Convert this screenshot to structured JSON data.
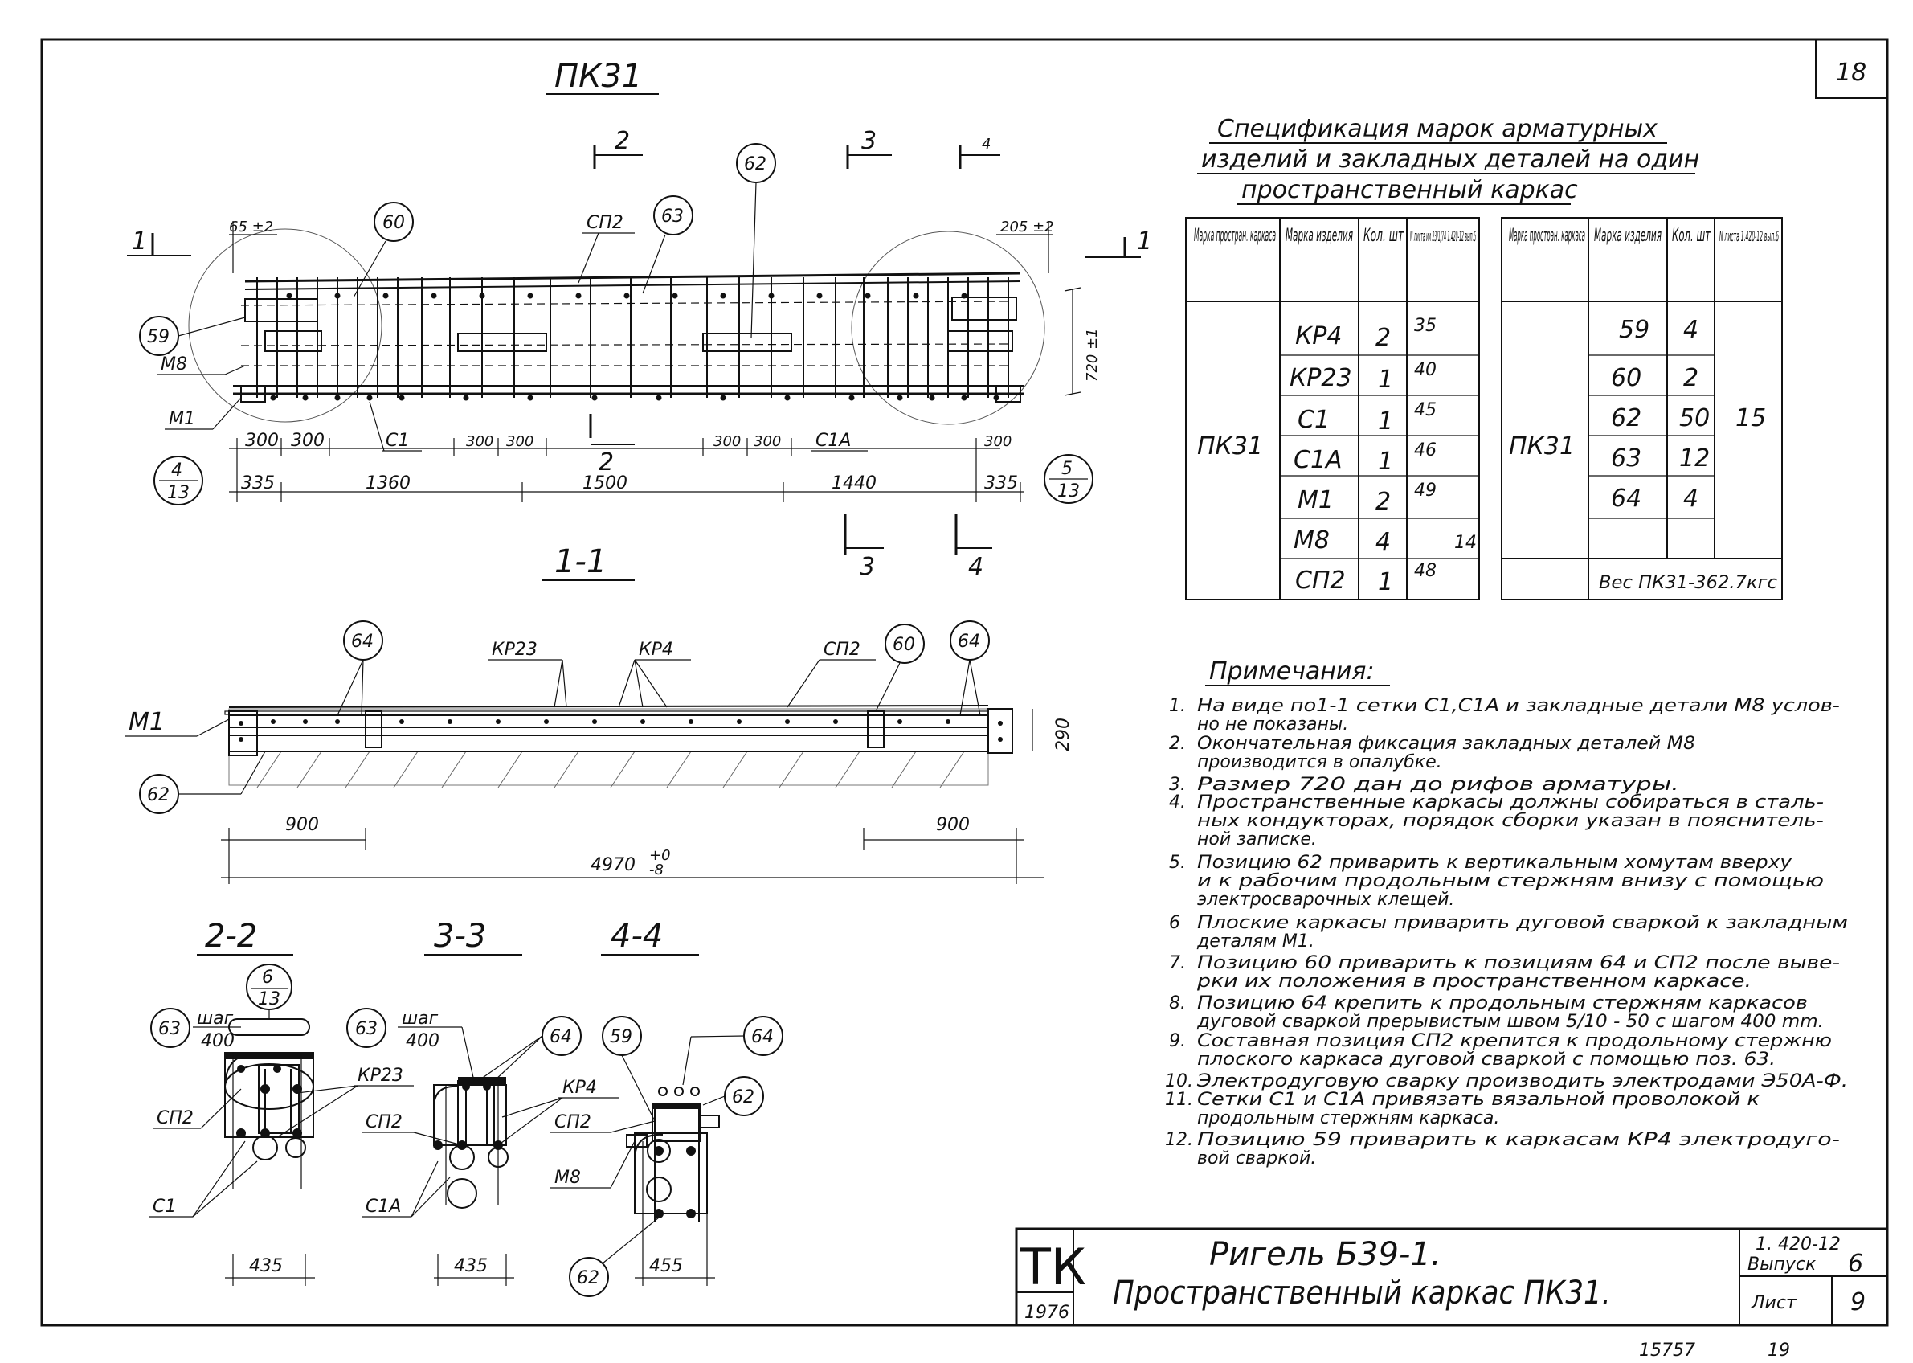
{
  "sheet": {
    "page_number": "18",
    "footer_codes": [
      "15757",
      "19"
    ]
  },
  "main_view": {
    "title": "ПК31",
    "cut_markers": [
      "1",
      "1",
      "2",
      "2",
      "3",
      "3",
      "4",
      "4"
    ],
    "callouts": [
      "60",
      "63",
      "62",
      "59",
      "4",
      "13",
      "5",
      "13"
    ],
    "labels": [
      "СП2",
      "М8",
      "М1",
      "С1",
      "С1А"
    ],
    "dims_top": [
      "65 ±2",
      "205 ±2"
    ],
    "dims_span": [
      "300",
      "300",
      "300",
      "300",
      "300",
      "300",
      "300"
    ],
    "dims_bottom": [
      "335",
      "1360",
      "1500",
      "1440",
      "335"
    ],
    "dim_height": "720 ±1"
  },
  "section_1_1": {
    "title": "1-1",
    "callouts": [
      "64",
      "60",
      "64",
      "62"
    ],
    "labels": [
      "КР23",
      "КР4",
      "СП2",
      "М1"
    ],
    "dims": [
      "900",
      "900",
      "4970",
      "+0",
      "-8",
      "290"
    ]
  },
  "section_2_2": {
    "title": "2-2",
    "callouts": [
      "63",
      "6",
      "13"
    ],
    "labels": [
      "шаг",
      "400",
      "КР23",
      "СП2",
      "С1"
    ],
    "dim": "435"
  },
  "section_3_3": {
    "title": "3-3",
    "callouts": [
      "63",
      "64"
    ],
    "labels": [
      "шаг",
      "400",
      "КР4",
      "СП2",
      "С1А"
    ],
    "dim": "435"
  },
  "section_4_4": {
    "title": "4-4",
    "callouts": [
      "59",
      "64",
      "62",
      "62"
    ],
    "labels": [
      "СП2",
      "М8"
    ],
    "dim": "455"
  },
  "spec": {
    "title_lines": [
      "Спецификация марок арматурных",
      "изделий и закладных деталей на один",
      "пространственный каркас"
    ],
    "table1": {
      "headers": [
        "Марка простран. каркаса",
        "Марка изделия",
        "Кол. шт",
        "N листа ии 23/1/74 1.420-12 вып.6"
      ],
      "frame": "ПК31",
      "rows": [
        [
          "КР4",
          "2",
          "35"
        ],
        [
          "КР23",
          "1",
          "40"
        ],
        [
          "С1",
          "1",
          "45"
        ],
        [
          "С1А",
          "1",
          "46"
        ],
        [
          "М1",
          "2",
          "49"
        ],
        [
          "М8",
          "4",
          "14"
        ],
        [
          "СП2",
          "1",
          "48"
        ]
      ]
    },
    "table2": {
      "headers": [
        "Марка простран. каркаса",
        "Марка изделия",
        "Кол. шт",
        "N листа 1.420-12 вып.6"
      ],
      "frame": "ПК31",
      "sheet_no": "15",
      "rows": [
        [
          "59",
          "4"
        ],
        [
          "60",
          "2"
        ],
        [
          "62",
          "50"
        ],
        [
          "63",
          "12"
        ],
        [
          "64",
          "4"
        ]
      ],
      "weight": "Вес ПК31-362.7кгс"
    }
  },
  "notes": {
    "title": "Примечания:",
    "items": [
      [
        "1.",
        "На виде по1-1 сетки С1,С1А и закладные детали М8 услов-",
        "но  не показаны."
      ],
      [
        "2.",
        "Окончательная фиксация закладных деталей М8",
        "производится в опалубке."
      ],
      [
        "3.",
        "Размер 720 дан до рифов арматуры."
      ],
      [
        "4.",
        "Пространственные каркасы должны собираться в сталь-",
        "ных кондукторах, порядок сборки указан в пояснитель-",
        "ной записке."
      ],
      [
        "5.",
        "Позицию 62 приварить к вертикальным хомутам вверху",
        "и к рабочим продольным стержням внизу с помощью",
        "электросварочных клещей."
      ],
      [
        "6",
        "Плоские каркасы приварить дуговой сваркой к закладным",
        "деталям М1."
      ],
      [
        "7.",
        "Позицию 60 приварить к позициям 64 и СП2 после выве-",
        "рки их положения в пространственном каркасе."
      ],
      [
        "8.",
        "Позицию 64 крепить к продольным стержням каркасов",
        "дуговой сваркой прерывистым швом 5/10 - 50 с шагом 400 mm."
      ],
      [
        "9.",
        "Составная позиция СП2 крепится к продольному стержню",
        "плоского каркаса дуговой сваркой с помощью поз. 63."
      ],
      [
        "10.",
        "Электродуговую сварку производить электродами Э50А-Ф."
      ],
      [
        "11.",
        "Сетки С1 и С1А привязать вязальной проволокой к",
        "продольным стержням каркаса."
      ],
      [
        "12.",
        "Позицию 59 приварить к каркасам КР4 электродуго-",
        "вой сваркой."
      ]
    ]
  },
  "title_block": {
    "logo": "ТК",
    "year": "1976",
    "title_line1": "Ригель Б39-1.",
    "title_line2": "Пространственный каркас ПК31.",
    "series": "1. 420-12",
    "issue_label": "Выпуск",
    "issue_no": "6",
    "sheet_label": "Лист",
    "sheet_no": "9"
  }
}
